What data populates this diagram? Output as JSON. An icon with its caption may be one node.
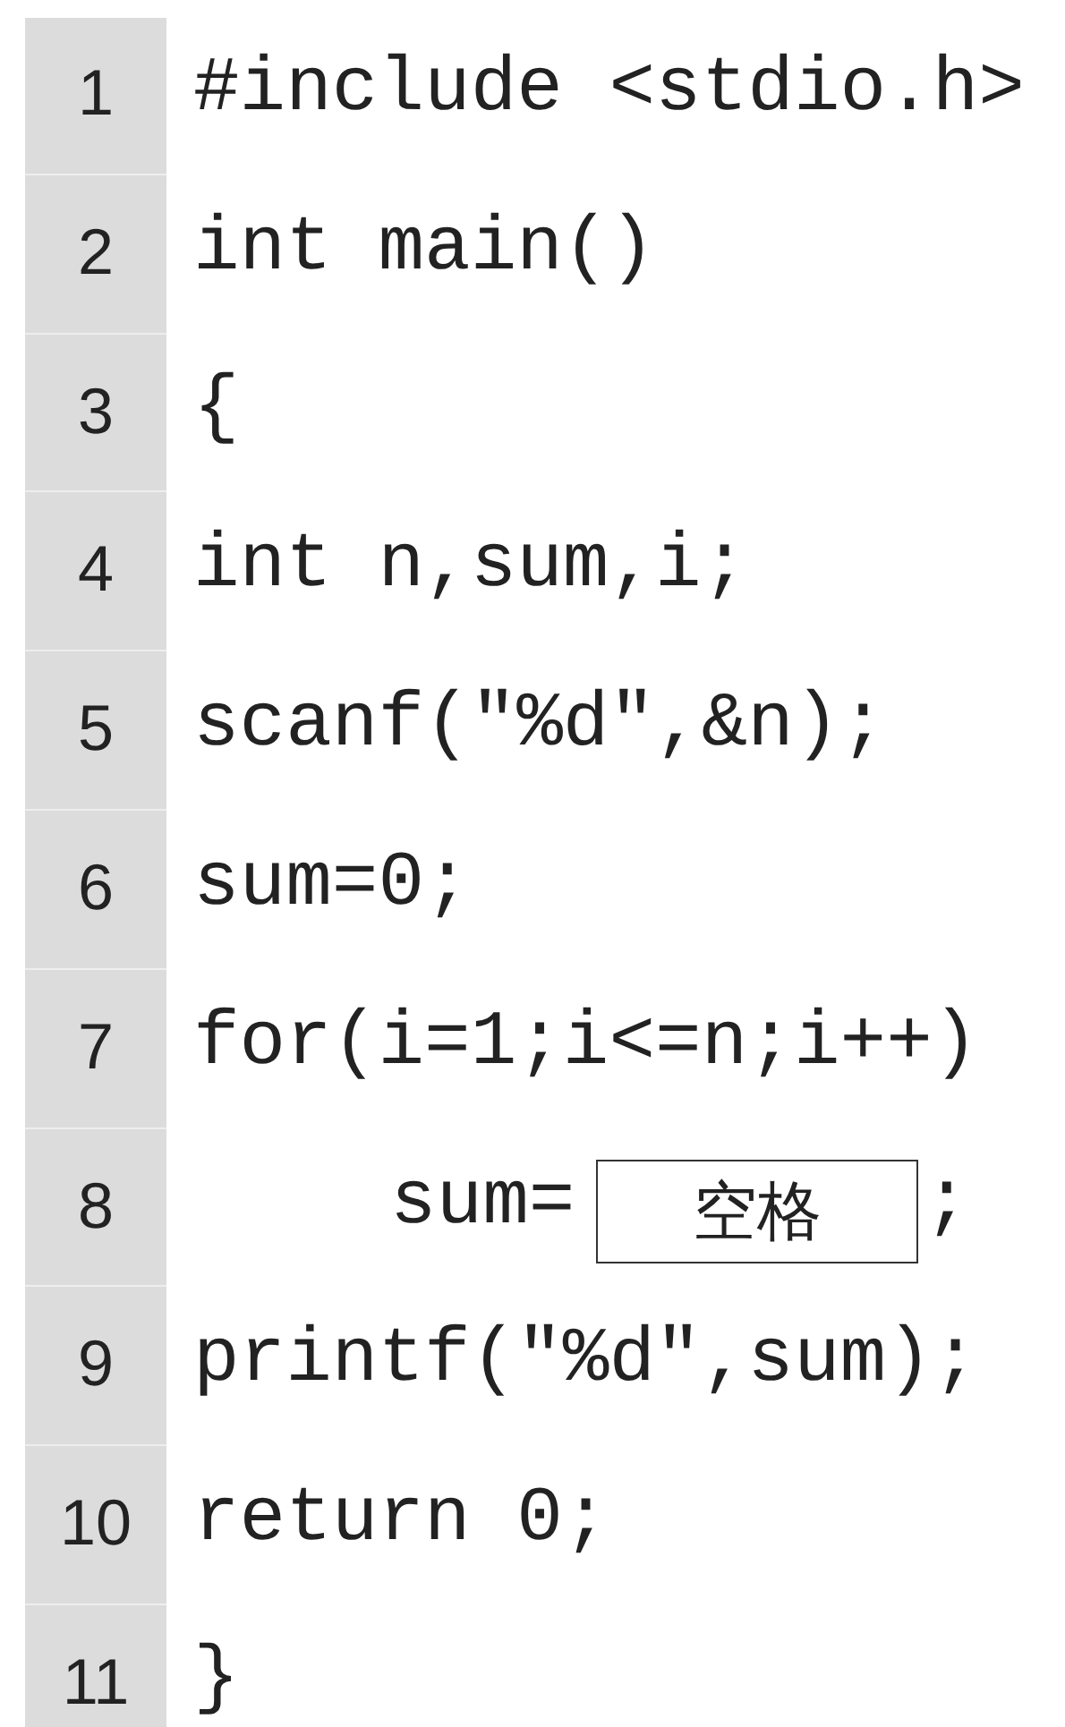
{
  "diagram": {
    "nodes": [
      {
        "text": [
          "空格"
        ]
      }
    ],
    "labels": [
      "1",
      "#include <stdio.h>",
      "2",
      "int main()",
      "3",
      "{",
      "4",
      "int n,sum,i;",
      "5",
      "scanf(\"%d\",&n);",
      "6",
      "sum=0;",
      "7",
      "for(i=1;i<=n;i++)",
      "8",
      "sum=",
      ";",
      "9",
      "printf(\"%d\",sum);",
      "10",
      "return 0;",
      "11",
      "}"
    ]
  }
}
